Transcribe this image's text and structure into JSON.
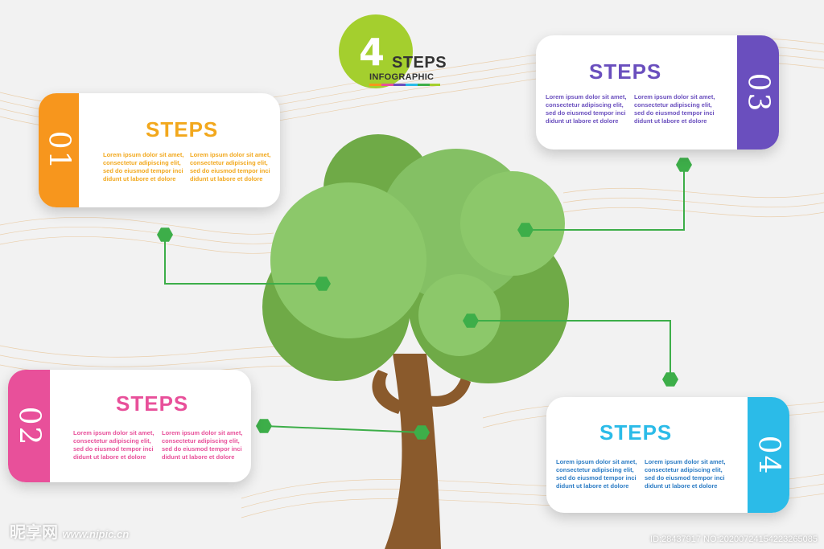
{
  "logo": {
    "number": "4",
    "title": "STEPS",
    "subtitle": "INFOGRAPHIC"
  },
  "steps": [
    {
      "number": "01",
      "title": "STEPS",
      "color": "#f7961d",
      "text_left": "Lorem ipsum dolor sit amet, consectetur adipiscing elit, sed do eiusmod tempor inci didunt ut labore et dolore",
      "text_right": "Lorem ipsum dolor sit amet, consectetur adipiscing elit, sed do eiusmod tempor inci didunt ut labore et dolore"
    },
    {
      "number": "02",
      "title": "STEPS",
      "color": "#e8509a",
      "text_left": "Lorem ipsum dolor sit amet, consectetur adipiscing elit, sed do eiusmod tempor inci didunt ut labore et dolore",
      "text_right": "Lorem ipsum dolor sit amet, consectetur adipiscing elit, sed do eiusmod tempor inci didunt ut labore et dolore"
    },
    {
      "number": "03",
      "title": "STEPS",
      "color": "#6a4fbe",
      "text_left": "Lorem ipsum dolor sit amet, consectetur adipiscing elit, sed do eiusmod tempor inci didunt ut labore et dolore",
      "text_right": "Lorem ipsum dolor sit amet, consectetur adipiscing elit, sed do eiusmod tempor inci didunt ut labore et dolore"
    },
    {
      "number": "04",
      "title": "STEPS",
      "color": "#2bbbe8",
      "text_left": "Lorem ipsum dolor sit amet, consectetur adipiscing elit, sed do eiusmod tempor inci didunt ut labore et dolore",
      "text_right": "Lorem ipsum dolor sit amet, consectetur adipiscing elit, sed do eiusmod tempor inci didunt ut labore et dolore"
    }
  ],
  "colors": {
    "leaf_dark": "#6faa47",
    "leaf_light": "#8cc86a",
    "trunk": "#8a5a2c",
    "connector": "#3dae49",
    "logo_circle": "#a4cf2e"
  },
  "watermark": {
    "site": "昵享网",
    "url": "www.nipic.cn",
    "id": "ID:28437917 NO:20200724154223265085"
  }
}
